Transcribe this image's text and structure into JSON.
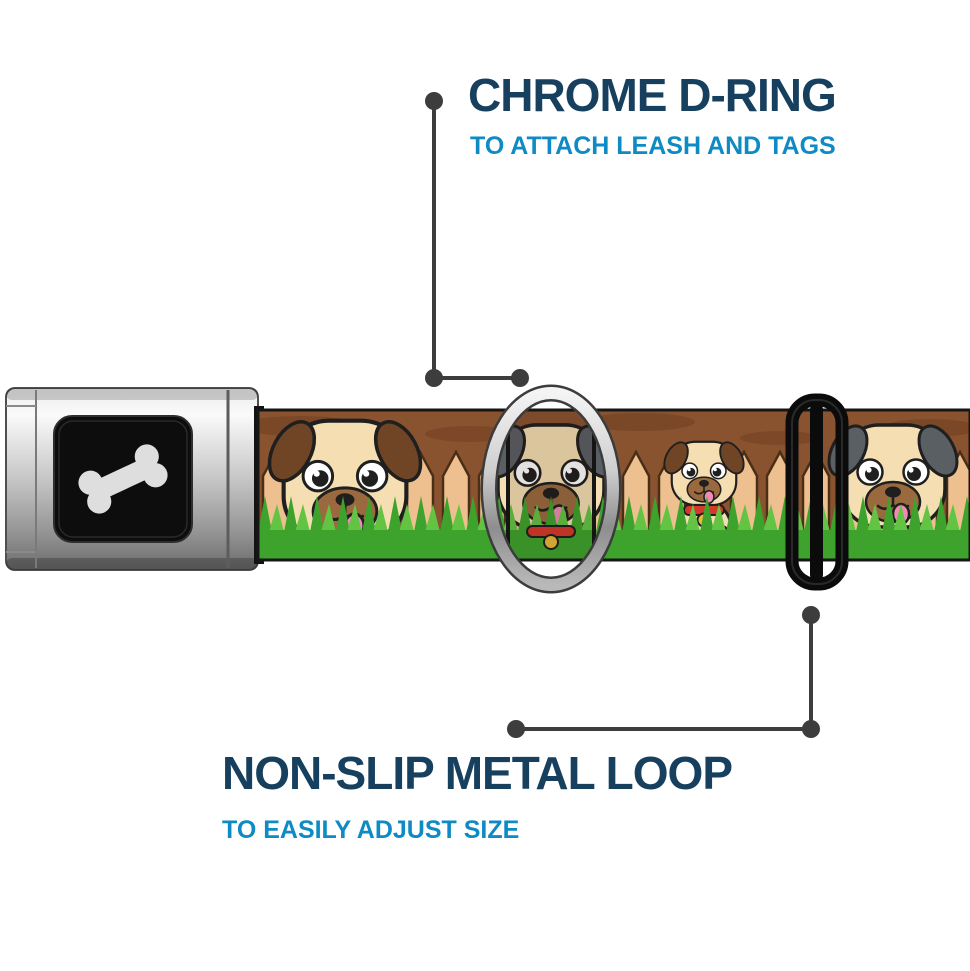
{
  "annotations": {
    "d_ring": {
      "title": "CHROME D-RING",
      "subtitle": "TO ATTACH LEASH AND TAGS"
    },
    "metal_loop": {
      "title": "NON-SLIP METAL LOOP",
      "subtitle": "TO EASILY ADJUST SIZE"
    }
  },
  "icons": {
    "buckle_logo": "dog-bone-icon"
  },
  "colors": {
    "title": "#17405f",
    "subtitle": "#0e8bc4",
    "callout": "#3d3d3d",
    "strap-brown": "#8a5330",
    "strap-brown-dark": "#66391d",
    "fence": "#eec08f",
    "fence-outline": "#4a2f16",
    "grass": "#3da32c",
    "grass-light": "#63c443",
    "pug-cream": "#f5deb2",
    "pug-ear-brown": "#6f4526",
    "pug-ear-gray": "#5a5f63",
    "pug-muzzle": "#9a6a3e",
    "outline": "#1f1f1f",
    "tongue": "#f08cb4",
    "collar-red": "#d5392c",
    "tag-gold": "#eaba3b"
  }
}
